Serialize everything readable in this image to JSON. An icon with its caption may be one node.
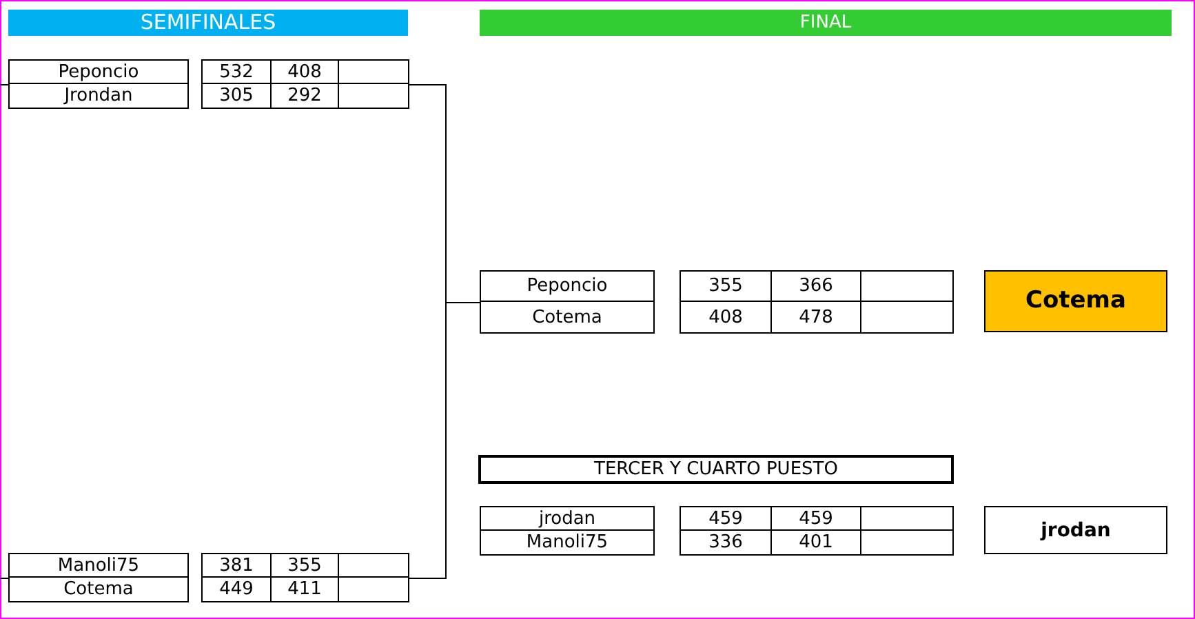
{
  "diagram": {
    "nodes": [
      {
        "text": [
          "SEMIFINALES"
        ]
      },
      {
        "text": [
          "FINAL"
        ]
      },
      {
        "text": [
          "Peponcio",
          "Jrondan"
        ]
      },
      {
        "text": [
          "532",
          "408",
          "305",
          "292"
        ]
      },
      {
        "text": [
          "Peponcio",
          "Cotema"
        ]
      },
      {
        "text": [
          "355",
          "366",
          "408",
          "478"
        ]
      },
      {
        "text": [
          "Cotema"
        ]
      },
      {
        "text": [
          "TERCER Y CUARTO PUESTO"
        ]
      },
      {
        "text": [
          "jrodan",
          "Manoli75"
        ]
      },
      {
        "text": [
          "459",
          "459",
          "336",
          "401"
        ]
      },
      {
        "text": [
          "jrodan"
        ]
      },
      {
        "text": [
          "Manoli75",
          "Cotema"
        ]
      },
      {
        "text": [
          "381",
          "355",
          "449",
          "411"
        ]
      }
    ],
    "edges": [
      {
        "from": null,
        "to": 2,
        "arrow": "none"
      },
      {
        "from": 3,
        "to": 4,
        "arrow": "none"
      },
      {
        "from": 12,
        "to": 4,
        "arrow": "none"
      },
      {
        "from": null,
        "to": 11,
        "arrow": "none"
      }
    ]
  }
}
